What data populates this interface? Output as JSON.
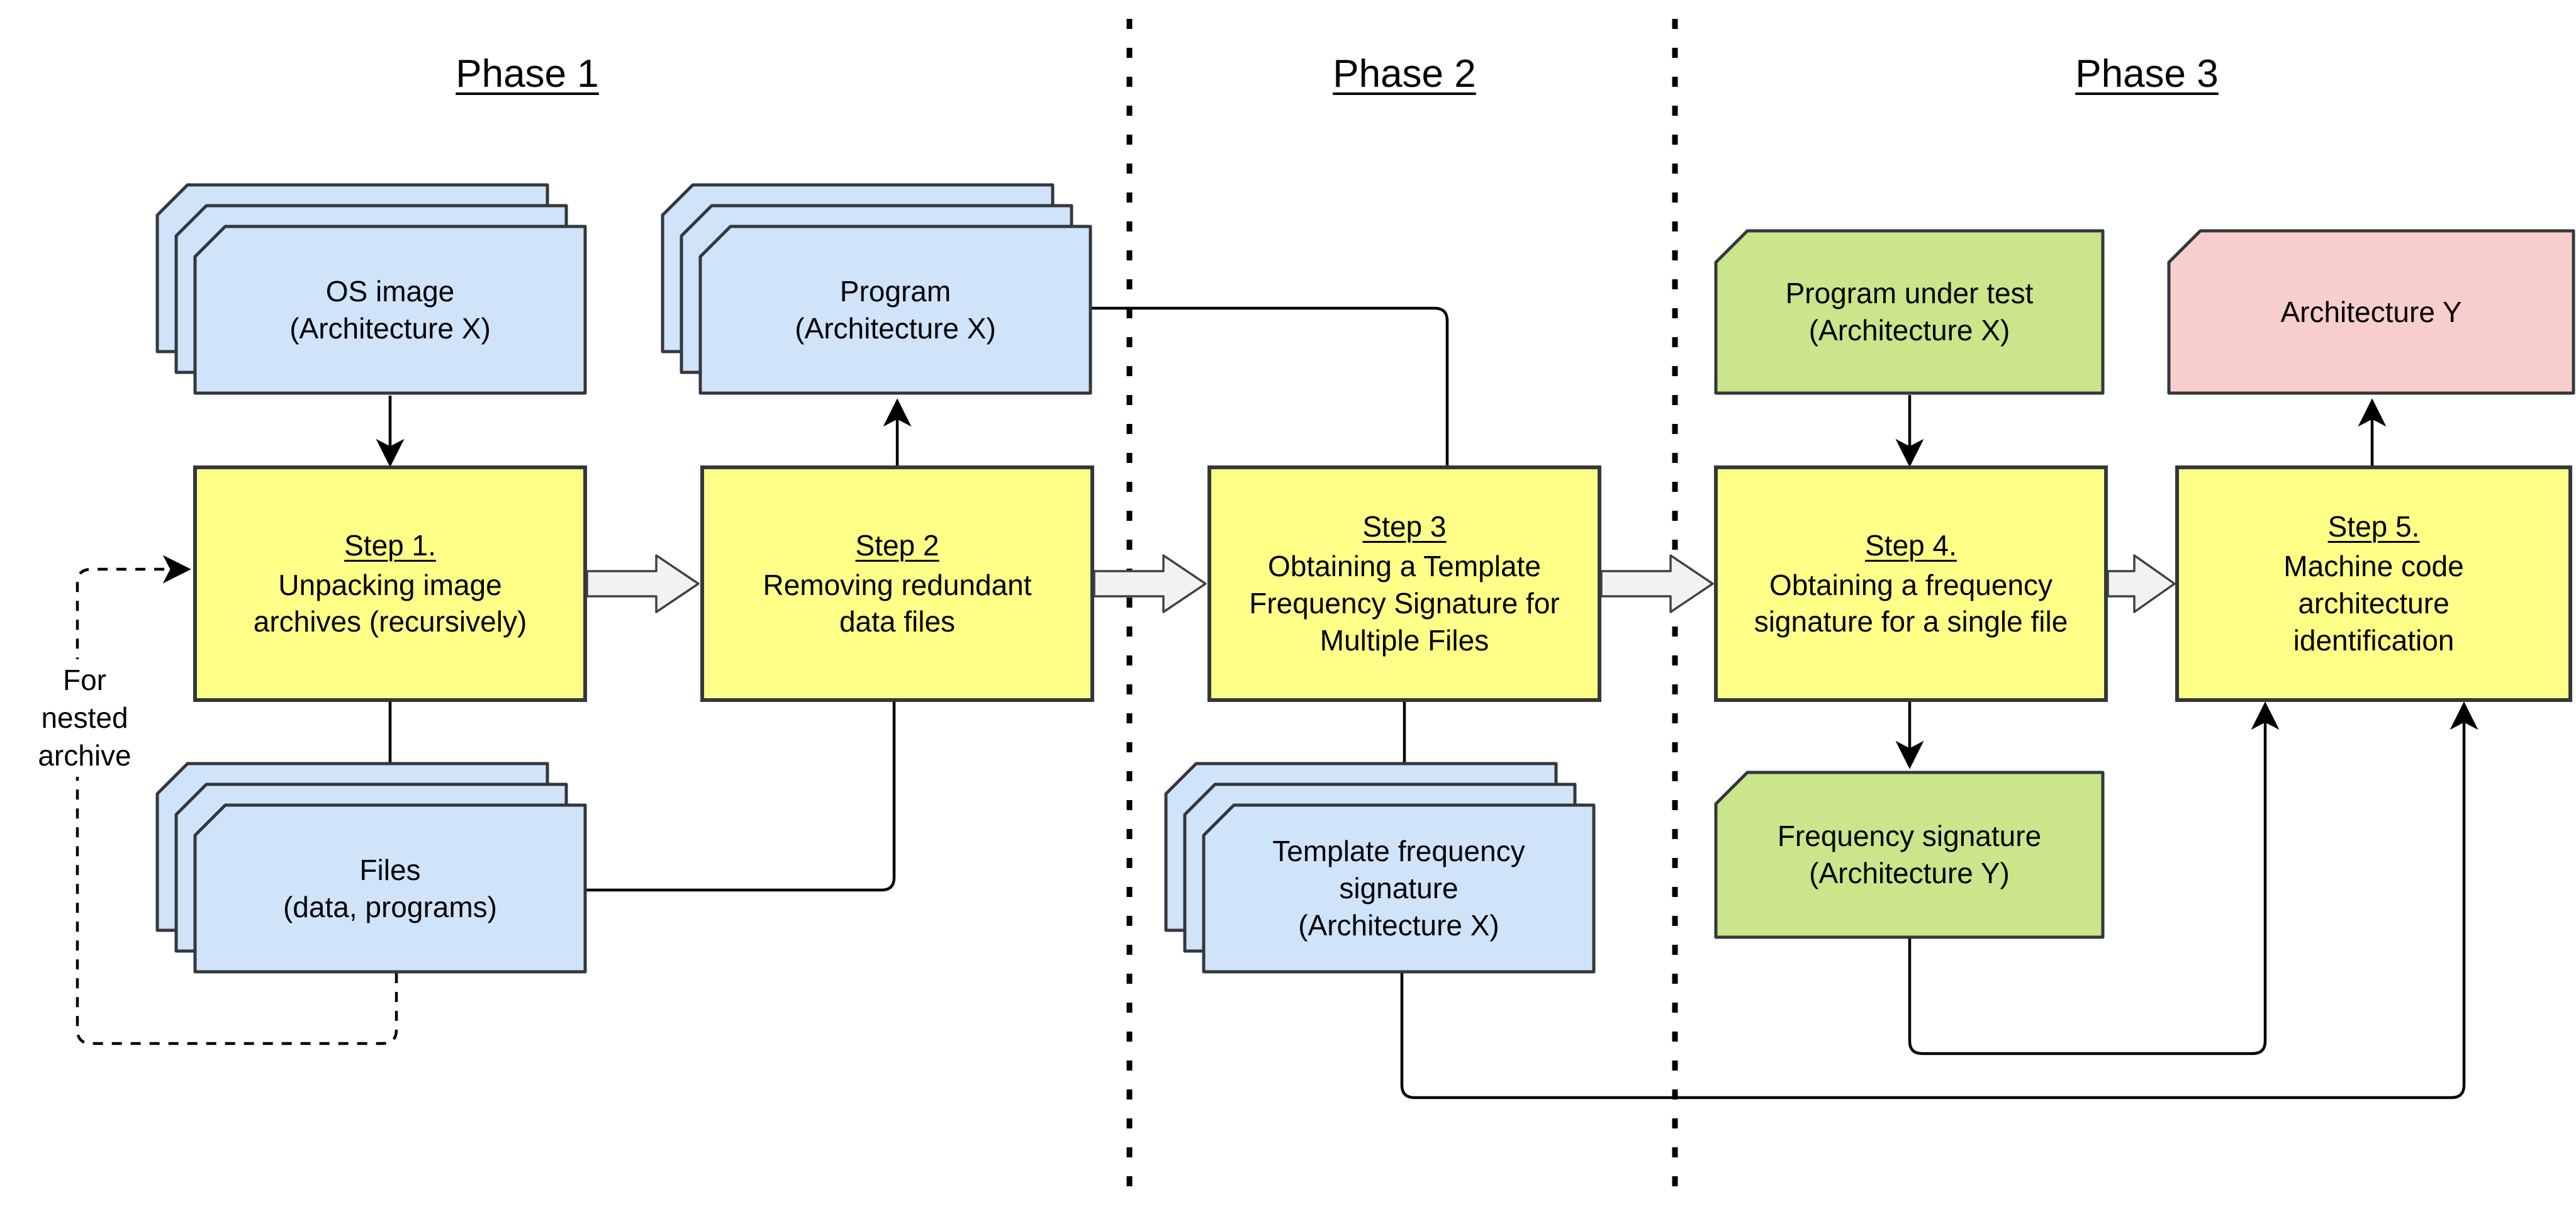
{
  "phases": {
    "phase1": "Phase 1",
    "phase2": "Phase 2",
    "phase3": "Phase 3"
  },
  "steps": {
    "step1": {
      "title": "Step 1.",
      "body": "Unpacking image\narchives (recursively)"
    },
    "step2": {
      "title": "Step 2",
      "body": "Removing redundant\ndata files"
    },
    "step3": {
      "title": "Step 3",
      "body": "Obtaining a Template\nFrequency Signature for\nMultiple Files"
    },
    "step4": {
      "title": "Step 4.",
      "body": "Obtaining a frequency\nsignature for a single file"
    },
    "step5": {
      "title": "Step 5.",
      "body": "Machine code\narchitecture\nidentification"
    }
  },
  "artifacts": {
    "os_image": "OS image\n(Architecture X)",
    "program": "Program\n(Architecture X)",
    "files": "Files\n(data, programs)",
    "template_signature": "Template frequency\nsignature\n(Architecture X)",
    "program_under_test": "Program under test\n(Architecture X)",
    "frequency_signature": "Frequency signature\n(Architecture Y)",
    "architecture_y": "Architecture Y"
  },
  "annotations": {
    "nested_loop": "For\nnested\narchive"
  },
  "colors": {
    "document_blue": "#cfe3f9",
    "process_yellow": "#feff87",
    "data_green": "#cae58a",
    "result_pink": "#f8cecc",
    "border_dark": "#33383d",
    "connector_black": "#000000",
    "block_arrow_fill": "#f2f2f2"
  }
}
